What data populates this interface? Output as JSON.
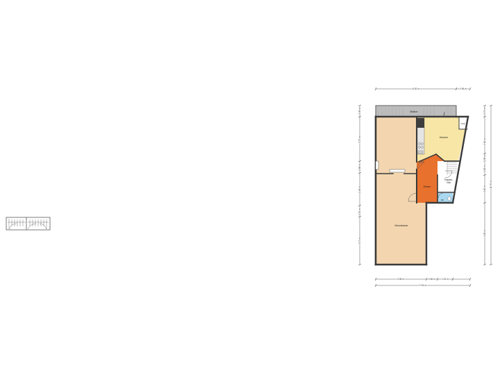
{
  "rooms": {
    "balkon": "Balkon",
    "keuken": "Keuken",
    "kast": "Kast",
    "entree": "Entree",
    "trappenhuis": [
      "Trappen-",
      "huis"
    ],
    "wc": "Wc",
    "woonkamer": "Woonkamer"
  },
  "dimensions": {
    "top_total": "6.92 m",
    "top_right": "0.96 m",
    "bottom_inner": [
      "3.08 m",
      "0.66 m",
      "1.15 m"
    ],
    "bottom_total": "7.04 m",
    "left": [
      "0.98 m",
      "3.37 m",
      "0.88 m",
      "2.48 m",
      "0.52 m",
      "3.47 m"
    ],
    "right_inner": [
      "0.73 m",
      "2.62 m",
      "0.38 m",
      "1.06 m",
      "0.80 m",
      "4.06 m"
    ],
    "right_total": "11.76 m"
  },
  "colors": {
    "balkon": "#bdbdbd",
    "woonkamer": "#f3d6b0",
    "keuken": "#f7e6a6",
    "entree": "#e8712d",
    "wc": "#a9d8ef",
    "trappenhuis": "#ffffff",
    "wall": "#3a3a3a"
  }
}
